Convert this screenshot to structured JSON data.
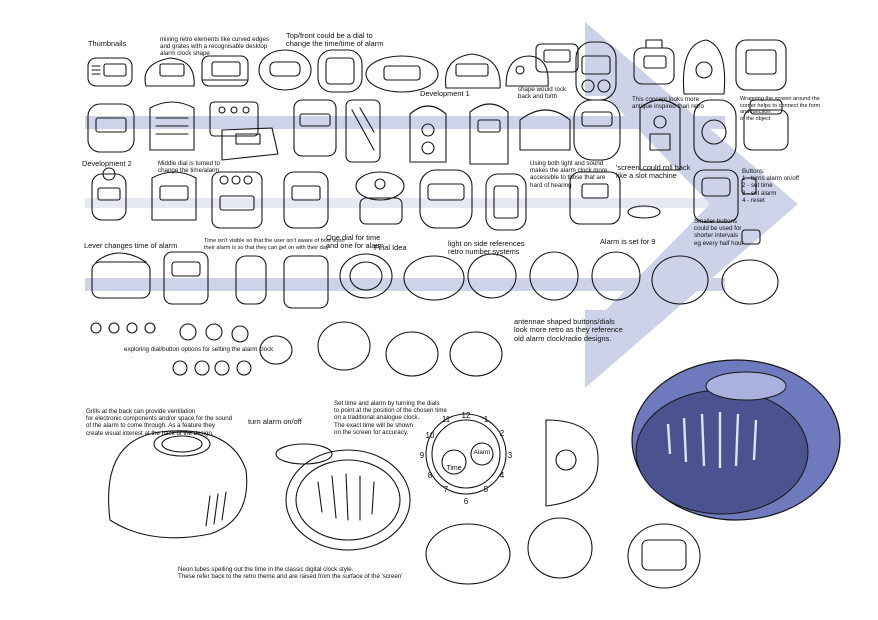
{
  "colors": {
    "arrow": "#c5cbe6",
    "ink": "#161616",
    "render_fill": "#6f79bd",
    "render_shade": "#4a538f",
    "render_light": "#aab1dc"
  },
  "annotations": {
    "thumbnails": "Thumbnails",
    "mixing_retro": "mixing retro elements like curved edges\nand grates with a recognisable desktop\nalarm clock shape",
    "top_front_dial": "Top/front could be a dial to\nchange the time/time of alarm",
    "shape_rock": "shape would rock\nback and forth",
    "antique": "This concept looks more\nantique inspired than retro",
    "wrapping_screen": "Wrapping the screen around the\ncorner helps to connect the form\nand function\nof the object",
    "development_1": "Development 1",
    "development_2": "Development 2",
    "middle_dial": "Middle dial is turned to\nchange the time/alarm",
    "light_sound": "Using both light and sound\nmakes the alarm clock more\naccessible to those that are\nhard of hearing",
    "slot_machine": "'screen' could roll back\nlike a slot machine",
    "buttons": "Buttons:\n1 - turns alarm on/off\n2 - set time\n3 - set alarm\n4 - reset",
    "smaller_buttons": "Smaller buttons\ncould be used for\nshorter intervals\neg every half hour",
    "alarm_set_9": "Alarm is set for 9",
    "lever": "Lever changes time of alarm",
    "time_visible": "Time isn't visible so that the user isn't aware of how soon\ntheir alarm is so that they can get on with their day",
    "one_dial": "One dial for time\nand one for alarm",
    "final_idea": "Final Idea",
    "light_side": "light on side references\nretro number systems",
    "antennae": "antennae shaped buttons/dials\nlook more retro as they reference\nold alarm clock/radio designs.",
    "exploring_dial": "exploring dial/button options for setting the alarm clock",
    "grills": "Grills at the back can provide ventilation\nfor electronic components and/or space for the sound\nof the alarm to come through. As a feature they\ncreate visual interest at the back of the design.",
    "turn_alarm": "turn alarm on/off",
    "set_time_alarm": "Set time and alarm by turning the dials\nto point at the position of the chosen time\non a traditional analogue clock.\nThe exact time will be shown\non the screen for accuracy.",
    "neon_tubes": "Neon tubes spelling out the time in the classic digital clock style.\nThese refer back to the retro theme and are raised from the surface of the 'screen'"
  },
  "dial": {
    "numbers": [
      "12",
      "1",
      "2",
      "3",
      "4",
      "5",
      "6",
      "7",
      "8",
      "9",
      "10",
      "11"
    ],
    "time_label": "Time",
    "alarm_label": "Alarm"
  }
}
